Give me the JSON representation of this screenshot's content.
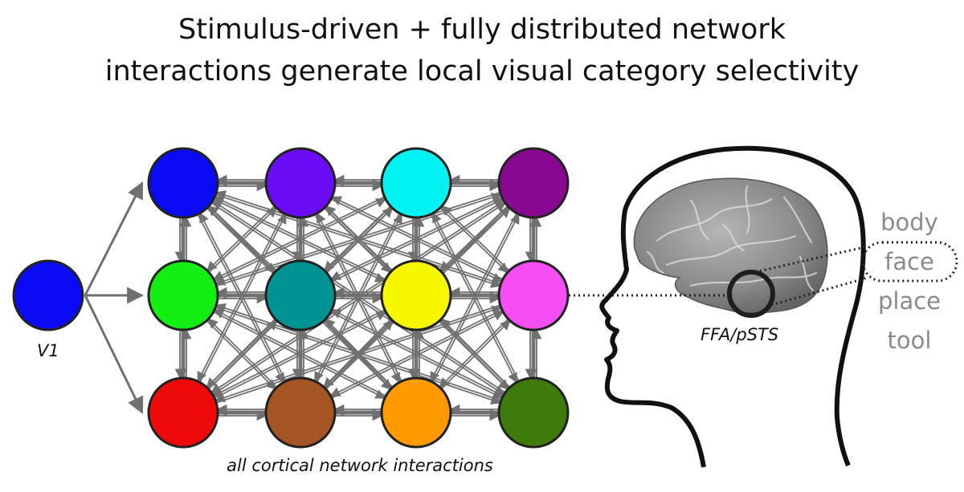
{
  "title": {
    "line1": "Stimulus-driven + fully distributed network",
    "line2": "interactions generate local visual category selectivity"
  },
  "input_node": {
    "label": "V1",
    "color": "#0A0AF5"
  },
  "network": {
    "caption": "all cortical network interactions",
    "rows": [
      {
        "colors": [
          "#0A0AF5",
          "#6A0CF6",
          "#00F2F2",
          "#880891"
        ]
      },
      {
        "colors": [
          "#13EE13",
          "#009393",
          "#F7F700",
          "#F44EF4"
        ]
      },
      {
        "colors": [
          "#EE0A0A",
          "#A65524",
          "#FF9A00",
          "#3E7A0C"
        ]
      }
    ],
    "edge_color": "#707070",
    "node_stroke": "#222222"
  },
  "brain": {
    "region_label": "FFA/pSTS",
    "categories": [
      {
        "name": "body",
        "selected": false
      },
      {
        "name": "face",
        "selected": true
      },
      {
        "name": "place",
        "selected": false
      },
      {
        "name": "tool",
        "selected": false
      }
    ],
    "selected_color": "#111111",
    "unselected_color": "#8A8A8A"
  }
}
